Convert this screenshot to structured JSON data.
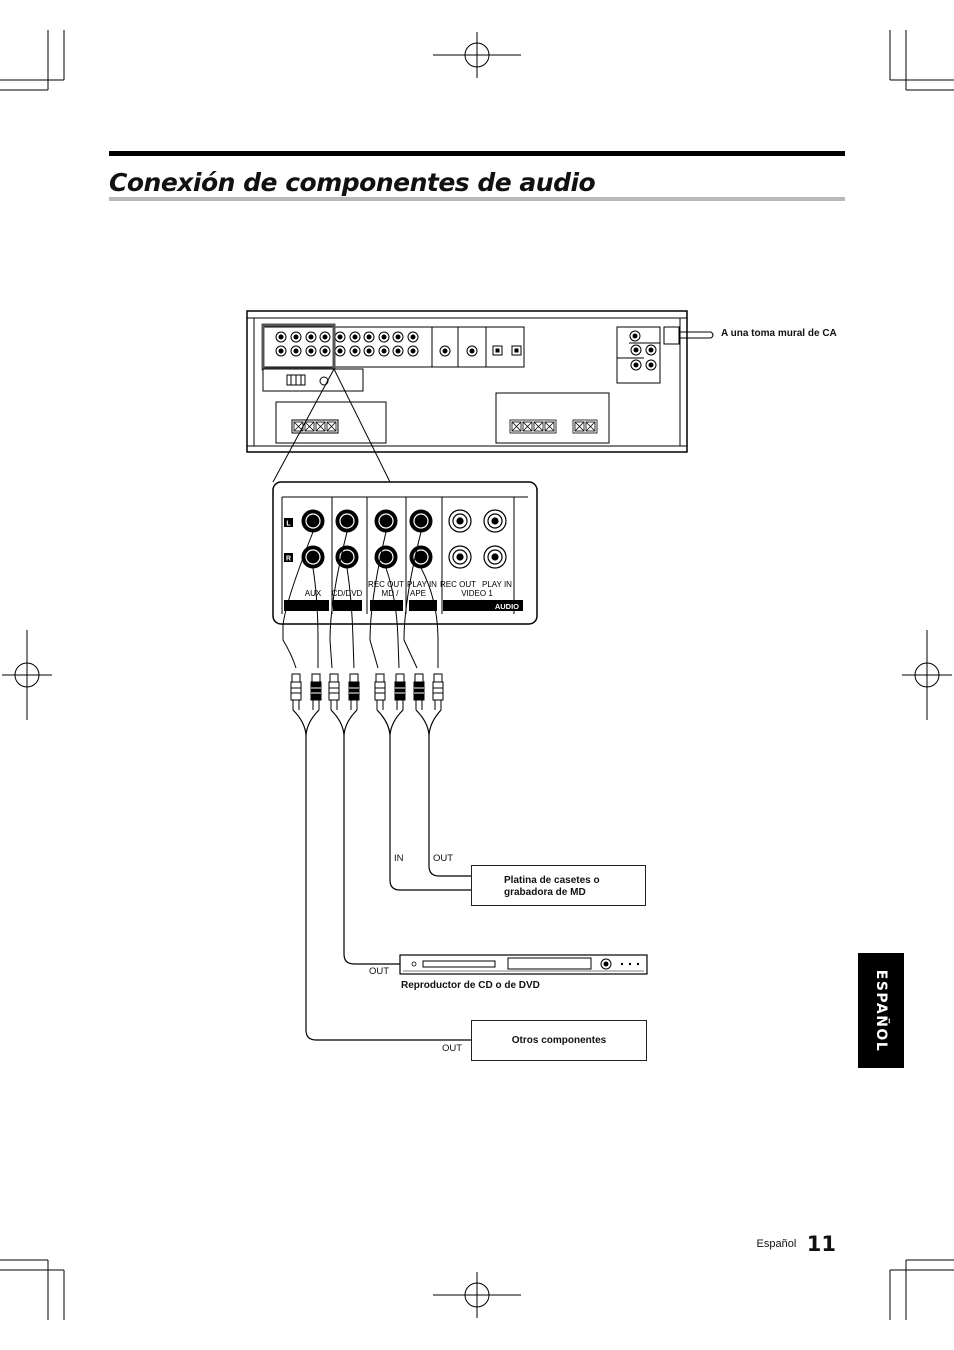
{
  "page": {
    "title": "Conexión de componentes de audio",
    "side_tab": "ESPAÑOL",
    "footer_language": "Español",
    "page_number": "11"
  },
  "receiver": {
    "ac_outlet_label": "A una toma mural de CA"
  },
  "jack_panel": {
    "channel_left": "L",
    "channel_right": "R",
    "col_aux": "AUX",
    "col_cddvd": "CD/DVD",
    "col_rec_out_line1": "REC OUT",
    "col_rec_out_line2": "MD /",
    "col_play_in_line1": "PLAY IN",
    "col_play_in_line2": "APE",
    "col_rec_out2": "REC OUT",
    "col_play_in2": "PLAY IN",
    "col_video1": "VIDEO 1",
    "audio_tag": "AUDIO"
  },
  "connections": {
    "tape_in": "IN",
    "tape_out": "OUT",
    "cd_out": "OUT",
    "other_out": "OUT"
  },
  "devices": {
    "tape_deck_line1": "Platina de casetes o",
    "tape_deck_line2": "grabadora de MD",
    "cd_dvd_player": "Reproductor de CD o de DVD",
    "other_components": "Otros componentes"
  }
}
